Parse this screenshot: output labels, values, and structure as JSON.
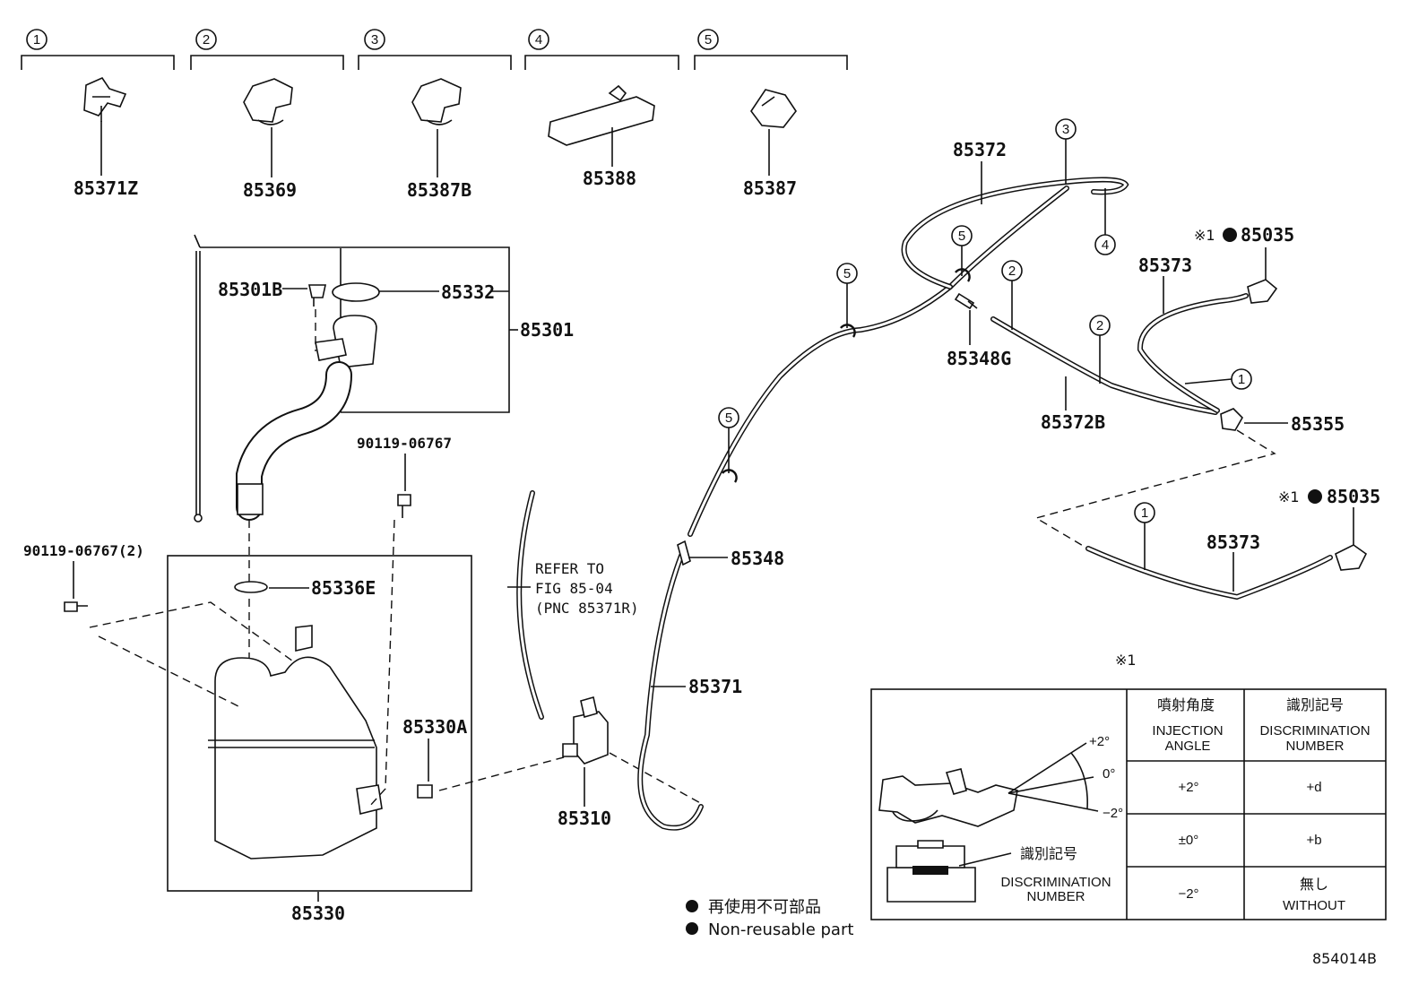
{
  "clips": [
    {
      "index": "1",
      "part": "85371Z"
    },
    {
      "index": "2",
      "part": "85369"
    },
    {
      "index": "3",
      "part": "85387B"
    },
    {
      "index": "4",
      "part": "85388"
    },
    {
      "index": "5",
      "part": "85387"
    }
  ],
  "parts": {
    "p85301B": "85301B",
    "p85332": "85332",
    "p85301": "85301",
    "p90119a": "90119-06767",
    "p90119b": "90119-06767(2)",
    "p85336E": "85336E",
    "p85330A": "85330A",
    "p85330": "85330",
    "p85310": "85310",
    "p85371": "85371",
    "p85348": "85348",
    "p85372": "85372",
    "p85348G": "85348G",
    "p85372B": "85372B",
    "p85373a": "85373",
    "p85373b": "85373",
    "p85355": "85355",
    "p85035a": "85035",
    "p85035b": "85035"
  },
  "notes": {
    "refer1": "REFER TO",
    "refer2": "FIG 85-04",
    "refer3": "(PNC 85371R)",
    "mark": "※1"
  },
  "callouts": {
    "c3": "3",
    "c4": "4",
    "c5a": "5",
    "c5b": "5",
    "c5c": "5",
    "c2a": "2",
    "c2b": "2",
    "c1a": "1",
    "c1b": "1"
  },
  "table": {
    "header_angle_jp": "噴射角度",
    "header_angle_en1": "INJECTION",
    "header_angle_en2": "ANGLE",
    "header_disc_jp": "識別記号",
    "header_disc_en1": "DISCRIMINATION",
    "header_disc_en2": "NUMBER",
    "angle_plus": "+2°",
    "angle_zero": "0°",
    "angle_minus": "−2°",
    "disc_label_jp": "識別記号",
    "disc_label_en1": "DISCRIMINATION",
    "disc_label_en2": "NUMBER",
    "rows": [
      {
        "angle": "+2°",
        "disc": "+d"
      },
      {
        "angle": "±0°",
        "disc": "+b"
      },
      {
        "angle": "−2°",
        "disc_jp": "無し",
        "disc": "WITHOUT"
      }
    ]
  },
  "legend": {
    "jp": "再使用不可部品",
    "en": "Non-reusable part"
  },
  "figure_id": "854014B"
}
